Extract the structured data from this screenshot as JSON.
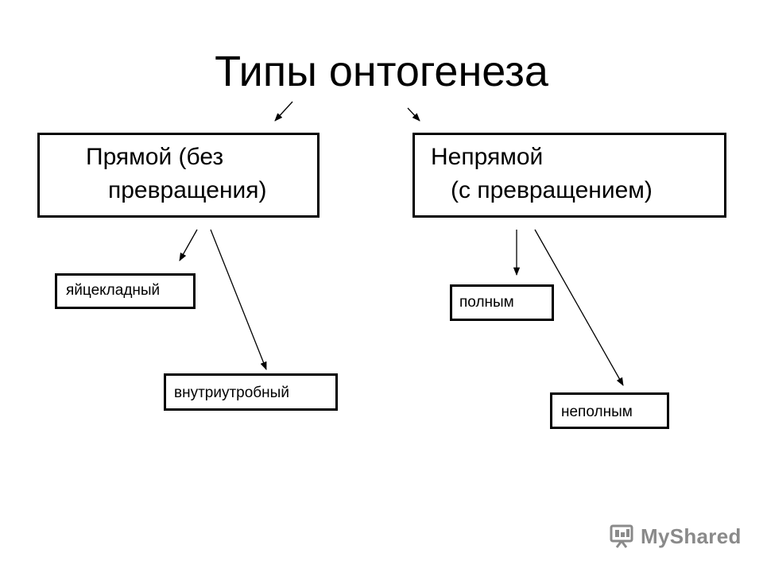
{
  "title": "Типы онтогенеза",
  "nodes": {
    "direct": {
      "line1": "Прямой (без",
      "line2": "превращения)"
    },
    "indirect": {
      "line1": "Непрямой",
      "line2": "(с превращением)"
    },
    "oviparous": {
      "label": "яйцекладный"
    },
    "intrauterine": {
      "label": "внутриутробный"
    },
    "complete": {
      "label": "полным"
    },
    "incomplete": {
      "label": "неполным"
    }
  },
  "watermark": {
    "text": "MyShared",
    "icon": "presentation-icon"
  }
}
